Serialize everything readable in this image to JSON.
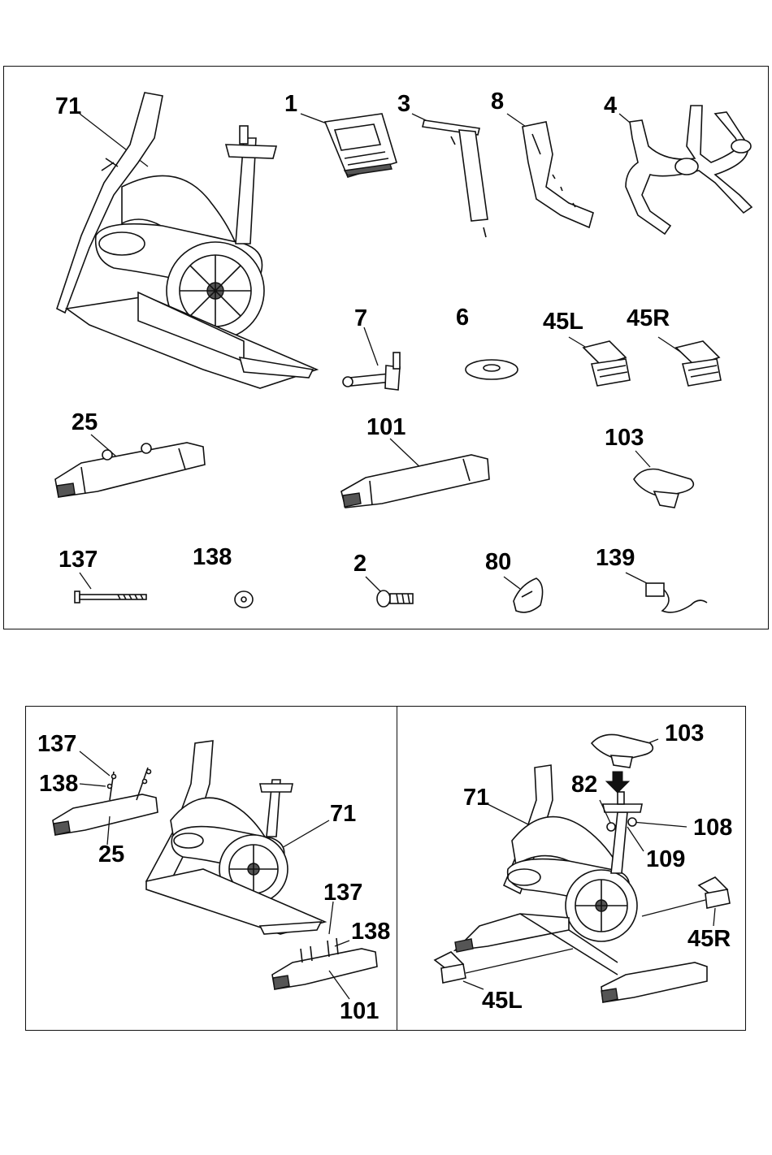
{
  "parts_panel": {
    "labels": {
      "frame": "71",
      "console": "1",
      "console_bracket": "3",
      "handlebar_post_bracket": "8",
      "handlebar": "4",
      "knob": "7",
      "washer_6": "6",
      "pedal_left": "45L",
      "pedal_right": "45R",
      "front_stabilizer": "25",
      "rear_stabilizer": "101",
      "seat": "103",
      "bolt": "137",
      "washer_138": "138",
      "screw": "2",
      "clip": "80",
      "adapter": "139"
    }
  },
  "step1_panel": {
    "labels": {
      "bolt_top": "137",
      "washer_top": "138",
      "front_stabilizer": "25",
      "frame": "71",
      "bolt_bottom": "137",
      "washer_bottom": "138",
      "rear_stabilizer": "101"
    }
  },
  "step2_panel": {
    "labels": {
      "seat": "103",
      "frame": "71",
      "part_82": "82",
      "part_108": "108",
      "part_109": "109",
      "pedal_right": "45R",
      "pedal_left": "45L"
    }
  }
}
